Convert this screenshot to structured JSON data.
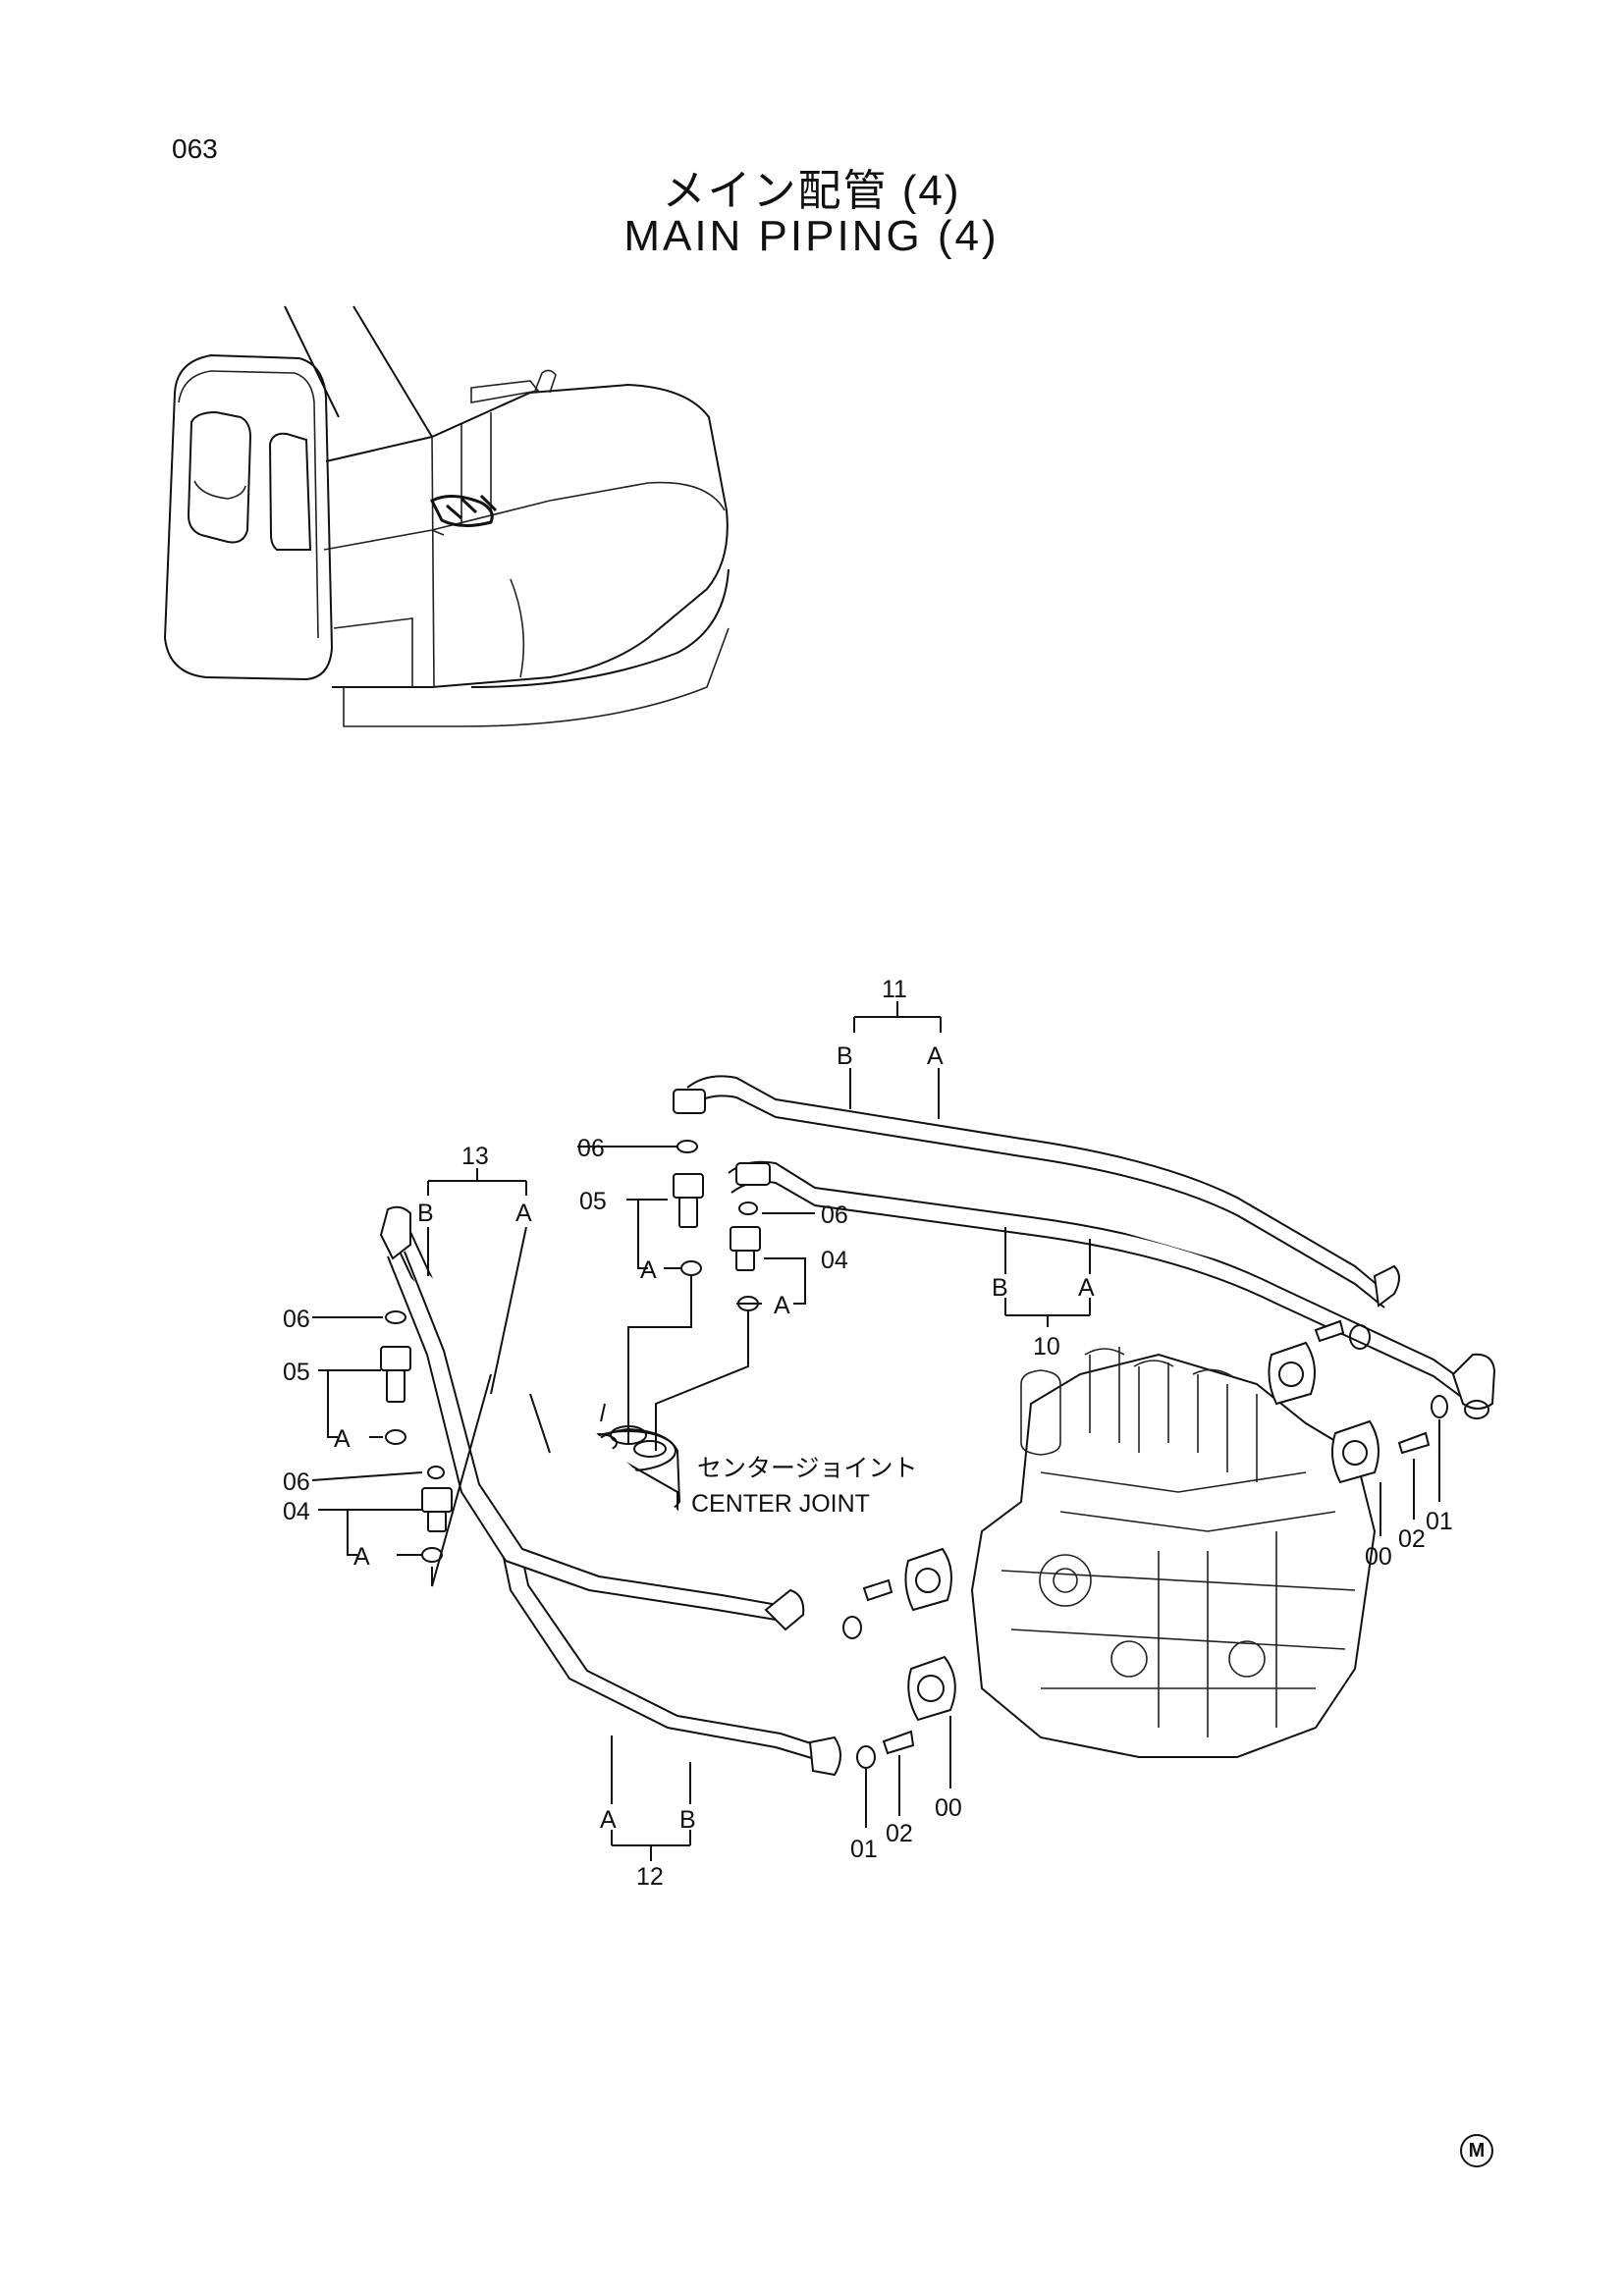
{
  "page": {
    "number": "063"
  },
  "title": {
    "japanese": "メイン配管 (4)",
    "english": "MAIN PIPING (4)"
  },
  "annotation": {
    "center_joint_jp": "センタージョイント",
    "center_joint_en": "CENTER JOINT"
  },
  "callouts": {
    "p00a": "00",
    "p00b": "00",
    "p01a": "01",
    "p01b": "01",
    "p02a": "02",
    "p02b": "02",
    "p04a": "04",
    "p04b": "04",
    "p05a": "05",
    "p05b": "05",
    "p06a": "06",
    "p06b": "06",
    "p06c": "06",
    "p06d": "06",
    "p10": "10",
    "p11": "11",
    "p12": "12",
    "p13": "13"
  },
  "ends": {
    "a1": "A",
    "a2": "A",
    "a3": "A",
    "a4": "A",
    "a5": "A",
    "a6": "A",
    "a7": "A",
    "a8": "A",
    "b1": "B",
    "b2": "B",
    "b3": "B",
    "b4": "B"
  },
  "mark": "M"
}
